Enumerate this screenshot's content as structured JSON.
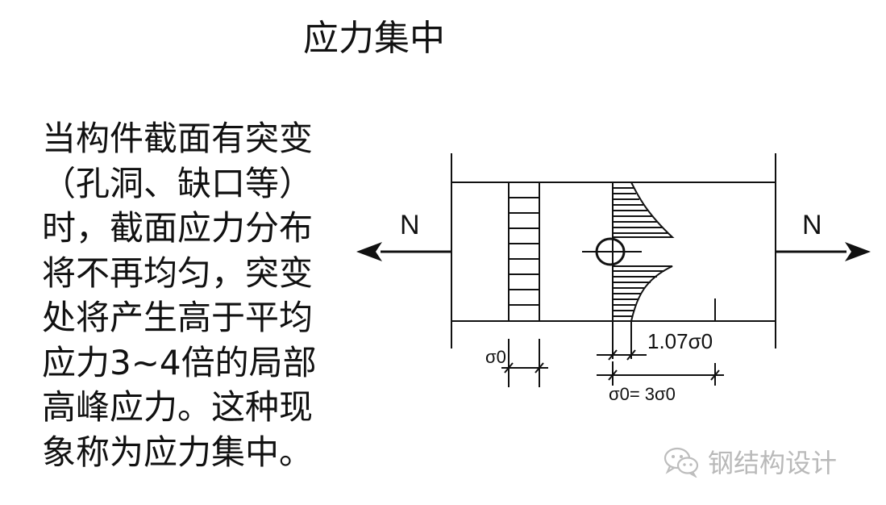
{
  "title": "应力集中",
  "paragraph_lines": [
    "当构件截面有突变",
    "（孔洞、缺口等）",
    "时，截面应力分布",
    "将不再均匀，突变",
    "处将产生高于平均",
    "应力3~4倍的局部",
    "高峰应力。这种现",
    "象称为应力集中。"
  ],
  "diagram": {
    "left_force_label": "N",
    "right_force_label": "N",
    "uniform_stress_label": "σ0",
    "min_stress_label": "1.07σ0",
    "max_stress_label": "σ0= 3σ0"
  },
  "watermark": {
    "text": "钢结构设计",
    "icon": "wechat-icon"
  }
}
